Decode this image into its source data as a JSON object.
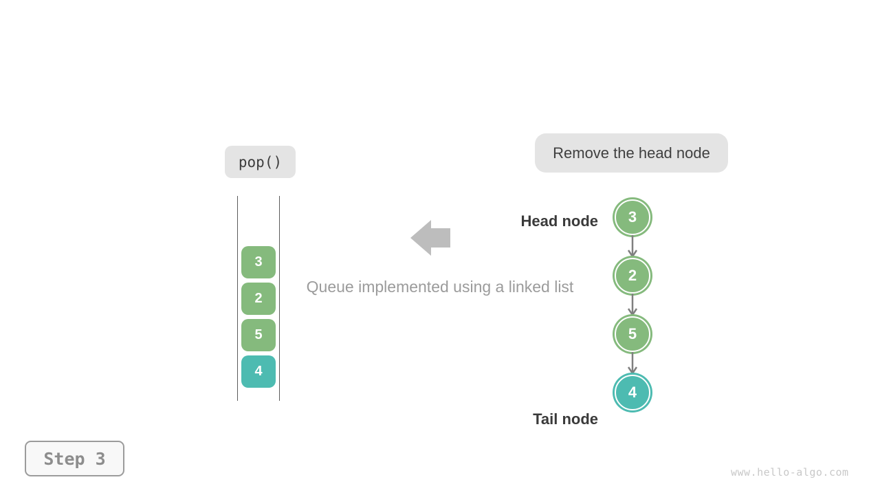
{
  "colors": {
    "green": "#85ba7d",
    "teal": "#4dbbb1",
    "pill_bg": "#e4e4e4",
    "block_arrow_gray": "#bdbdbd",
    "list_arrow_gray": "#7f7f7f",
    "container_line": "#5a5a5a",
    "dark_text": "#3a3a3a",
    "caption_gray": "#9b9b9b",
    "step_text": "#8d8d8d",
    "watermark_gray": "#c8c8c8"
  },
  "operation": {
    "label": "pop()"
  },
  "annotation": {
    "label": "Remove the head node"
  },
  "queue": {
    "items": [
      {
        "value": "3",
        "color": "#85ba7d"
      },
      {
        "value": "2",
        "color": "#85ba7d"
      },
      {
        "value": "5",
        "color": "#85ba7d"
      },
      {
        "value": "4",
        "color": "#4dbbb1"
      }
    ]
  },
  "caption": {
    "text": "Queue implemented using a linked list"
  },
  "linked_list": {
    "head_label": "Head node",
    "tail_label": "Tail node",
    "nodes": [
      {
        "value": "3",
        "color": "#85ba7d"
      },
      {
        "value": "2",
        "color": "#85ba7d"
      },
      {
        "value": "5",
        "color": "#85ba7d"
      },
      {
        "value": "4",
        "color": "#4dbbb1"
      }
    ]
  },
  "step": {
    "label": "Step 3"
  },
  "watermark": {
    "text": "www.hello-algo.com"
  }
}
